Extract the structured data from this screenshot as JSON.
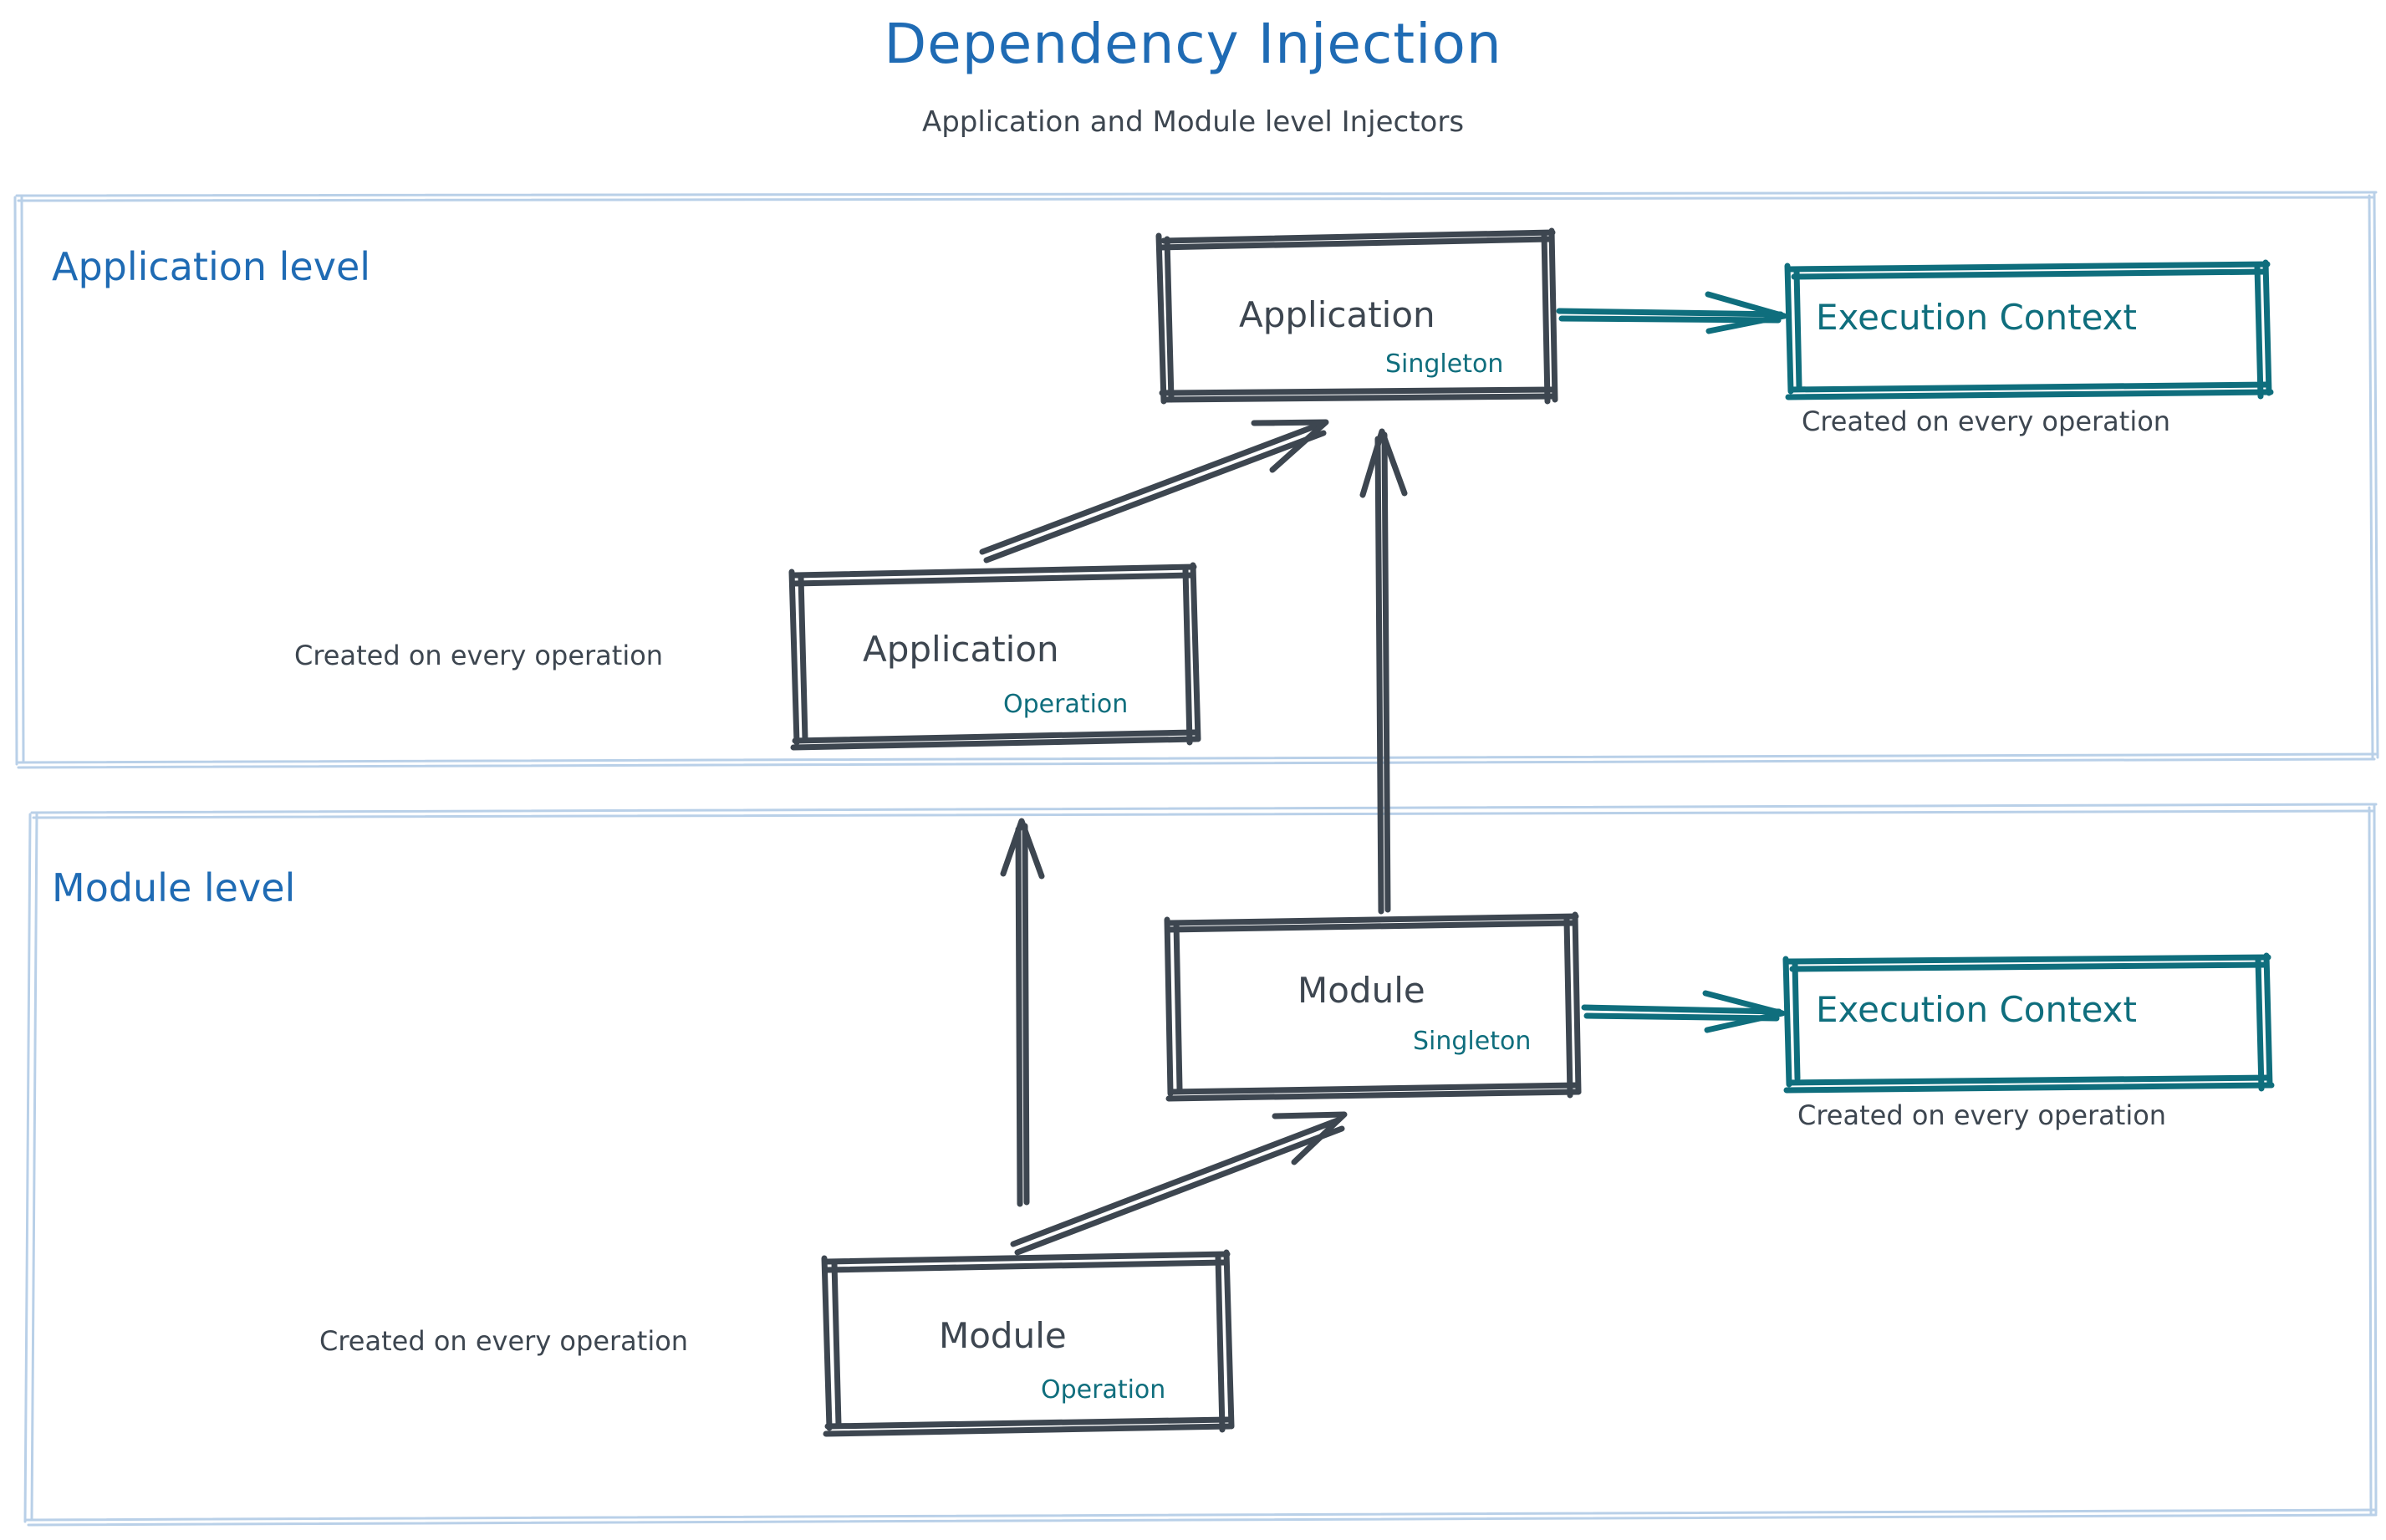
{
  "header": {
    "title": "Dependency Injection",
    "subtitle": "Application and Module level Injectors",
    "title_color": "#1f6bb4",
    "subtitle_color": "#3d4650"
  },
  "colors": {
    "blue": "#1f6bb4",
    "panel_border": "#b9d0e8",
    "ink": "#3d4650",
    "teal": "#0f6e7d",
    "background": "#ffffff"
  },
  "sections": [
    {
      "id": "application-level",
      "label": "Application level",
      "nodes": [
        {
          "id": "application-singleton",
          "title": "Application",
          "scope": "Singleton",
          "style": "ink-box"
        },
        {
          "id": "application-operation",
          "title": "Application",
          "scope": "Operation",
          "style": "ink-box",
          "caption": "Created on every operation"
        },
        {
          "id": "application-execution-context",
          "title": "Execution Context",
          "style": "teal-box",
          "caption": "Created on every operation"
        }
      ]
    },
    {
      "id": "module-level",
      "label": "Module level",
      "nodes": [
        {
          "id": "module-singleton",
          "title": "Module",
          "scope": "Singleton",
          "style": "ink-box"
        },
        {
          "id": "module-operation",
          "title": "Module",
          "scope": "Operation",
          "style": "ink-box",
          "caption": "Created on every operation"
        },
        {
          "id": "module-execution-context",
          "title": "Execution Context",
          "style": "teal-box",
          "caption": "Created on every operation"
        }
      ]
    }
  ],
  "edges": [
    {
      "id": "app-singleton-to-app-context",
      "from": "application-singleton",
      "to": "application-execution-context",
      "color": "#0f6e7d"
    },
    {
      "id": "app-operation-to-app-singleton",
      "from": "application-operation",
      "to": "application-singleton",
      "color": "#3d4650"
    },
    {
      "id": "module-singleton-to-app-singleton",
      "from": "module-singleton",
      "to": "application-singleton",
      "color": "#3d4650"
    },
    {
      "id": "module-singleton-to-module-context",
      "from": "module-singleton",
      "to": "module-execution-context",
      "color": "#0f6e7d"
    },
    {
      "id": "module-operation-to-module-singleton",
      "from": "module-operation",
      "to": "module-singleton",
      "color": "#3d4650"
    },
    {
      "id": "module-operation-to-app-operation",
      "from": "module-operation",
      "to": "application-operation",
      "color": "#3d4650"
    }
  ]
}
